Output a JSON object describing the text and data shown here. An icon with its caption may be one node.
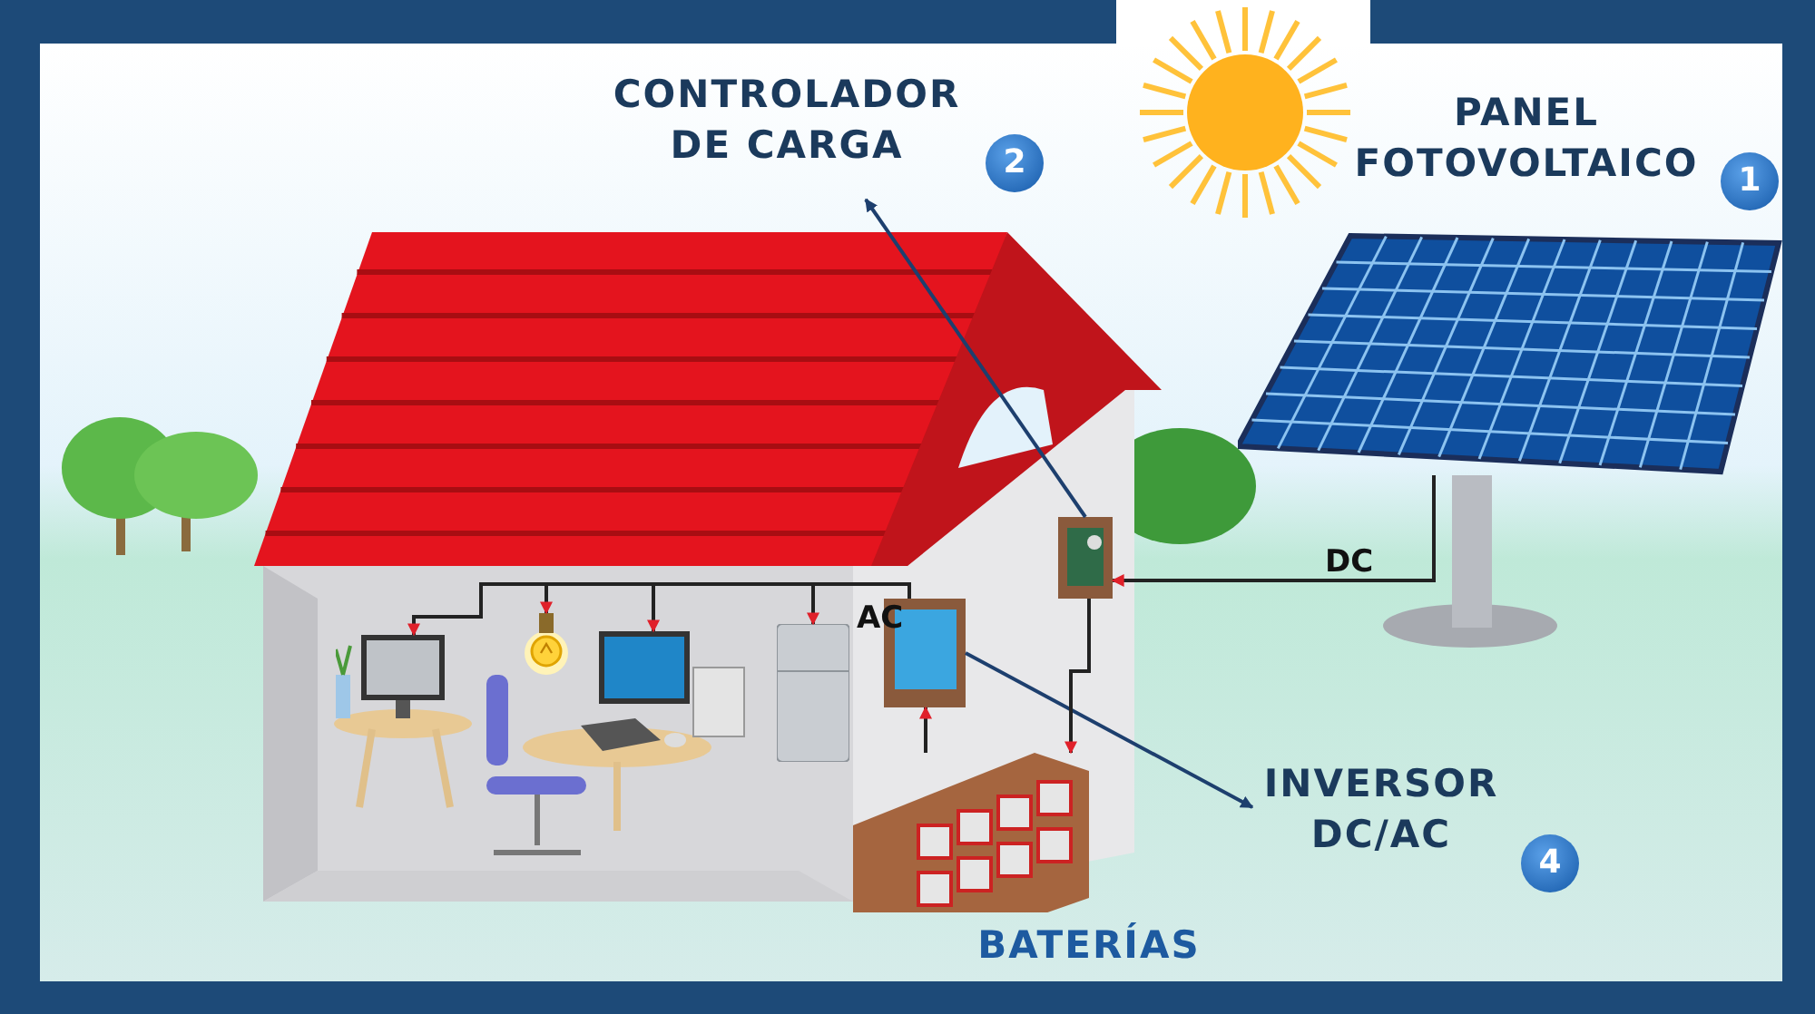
{
  "diagram": {
    "nodes": [
      {
        "text": [
          "CONTROLADOR DE CARGA",
          "2"
        ]
      },
      {
        "text": [],
        "shape": "picture"
      },
      {
        "text": [
          "INVERSOR DC/AC",
          "4"
        ]
      },
      {
        "text": [],
        "shape": "picture"
      },
      {
        "text": [],
        "shape": "picture"
      },
      {
        "text": [],
        "shape": "picture"
      },
      {
        "text": [],
        "shape": "picture"
      },
      {
        "text": [],
        "shape": "picture"
      },
      {
        "text": [],
        "shape": "picture"
      },
      {
        "text": [],
        "shape": "picture"
      },
      {
        "text": [
          "PANEL FOTOVOLTAICO",
          "1"
        ]
      }
    ],
    "edges": [
      {
        "from": 1,
        "to": 0,
        "arrow": "to"
      },
      {
        "from": 3,
        "to": 2,
        "arrow": "to"
      },
      {
        "from": 4,
        "to": 1,
        "arrow": "to",
        "label": "DC"
      },
      {
        "from": 1,
        "to": 5,
        "arrow": "to"
      },
      {
        "from": 5,
        "to": 3,
        "arrow": "to"
      },
      {
        "from": 3,
        "to": 6,
        "arrow": "to"
      },
      {
        "from": 3,
        "to": 7,
        "arrow": "to"
      },
      {
        "from": 3,
        "to": 8,
        "arrow": "to"
      },
      {
        "from": 3,
        "to": 9,
        "arrow": "to",
        "label": "AC"
      }
    ],
    "labels": [
      "BATERÍAS"
    ]
  }
}
